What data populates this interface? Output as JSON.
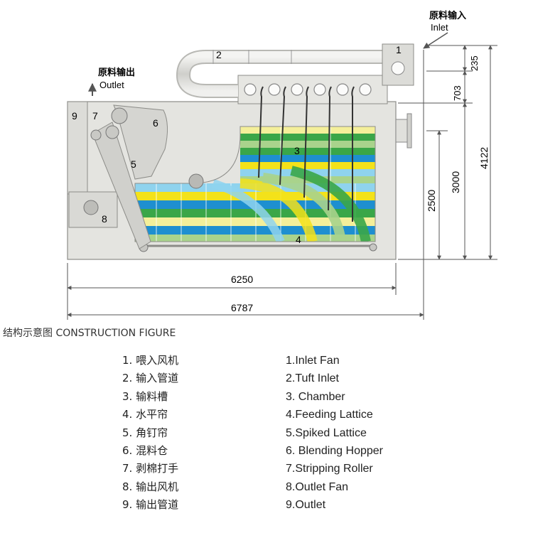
{
  "labels": {
    "inlet_cn": "原料输入",
    "inlet_en": "Inlet",
    "outlet_cn": "原料输出",
    "outlet_en": "Outlet",
    "n1": "1",
    "n2": "2",
    "n3": "3",
    "n4": "4",
    "n5": "5",
    "n6": "6",
    "n7": "7",
    "n8": "8",
    "n9": "9"
  },
  "dimensions": {
    "d235": "235",
    "d703": "703",
    "d4122": "4122",
    "d3000": "3000",
    "d2500": "2500",
    "d6250": "6250",
    "d6787": "6787"
  },
  "caption": "结构示意图 CONSTRUCTION FIGURE",
  "legend_cn": [
    "1. 喂入风机",
    "2. 输入管道",
    "3. 输料槽",
    "4. 水平帘",
    "5. 角钉帘",
    "6. 混料仓",
    "7. 剥棉打手",
    "8. 输出风机",
    "9. 输出管道"
  ],
  "legend_en": [
    "1.Inlet Fan",
    "2.Tuft Inlet",
    "3. Chamber",
    "4.Feeding Lattice",
    "5.Spiked Lattice",
    "6. Blending Hopper",
    "7.Stripping Roller",
    "8.Outlet Fan",
    "9.Outlet"
  ],
  "colors": {
    "green": "#3aa648",
    "light_green": "#a9d38c",
    "yellow": "#f3e21a",
    "light_yellow": "#f4ef9a",
    "blue": "#1e8fd0",
    "cyan": "#8fd3ee",
    "machine": "#e4e4e0",
    "outline": "#8c8c88"
  }
}
